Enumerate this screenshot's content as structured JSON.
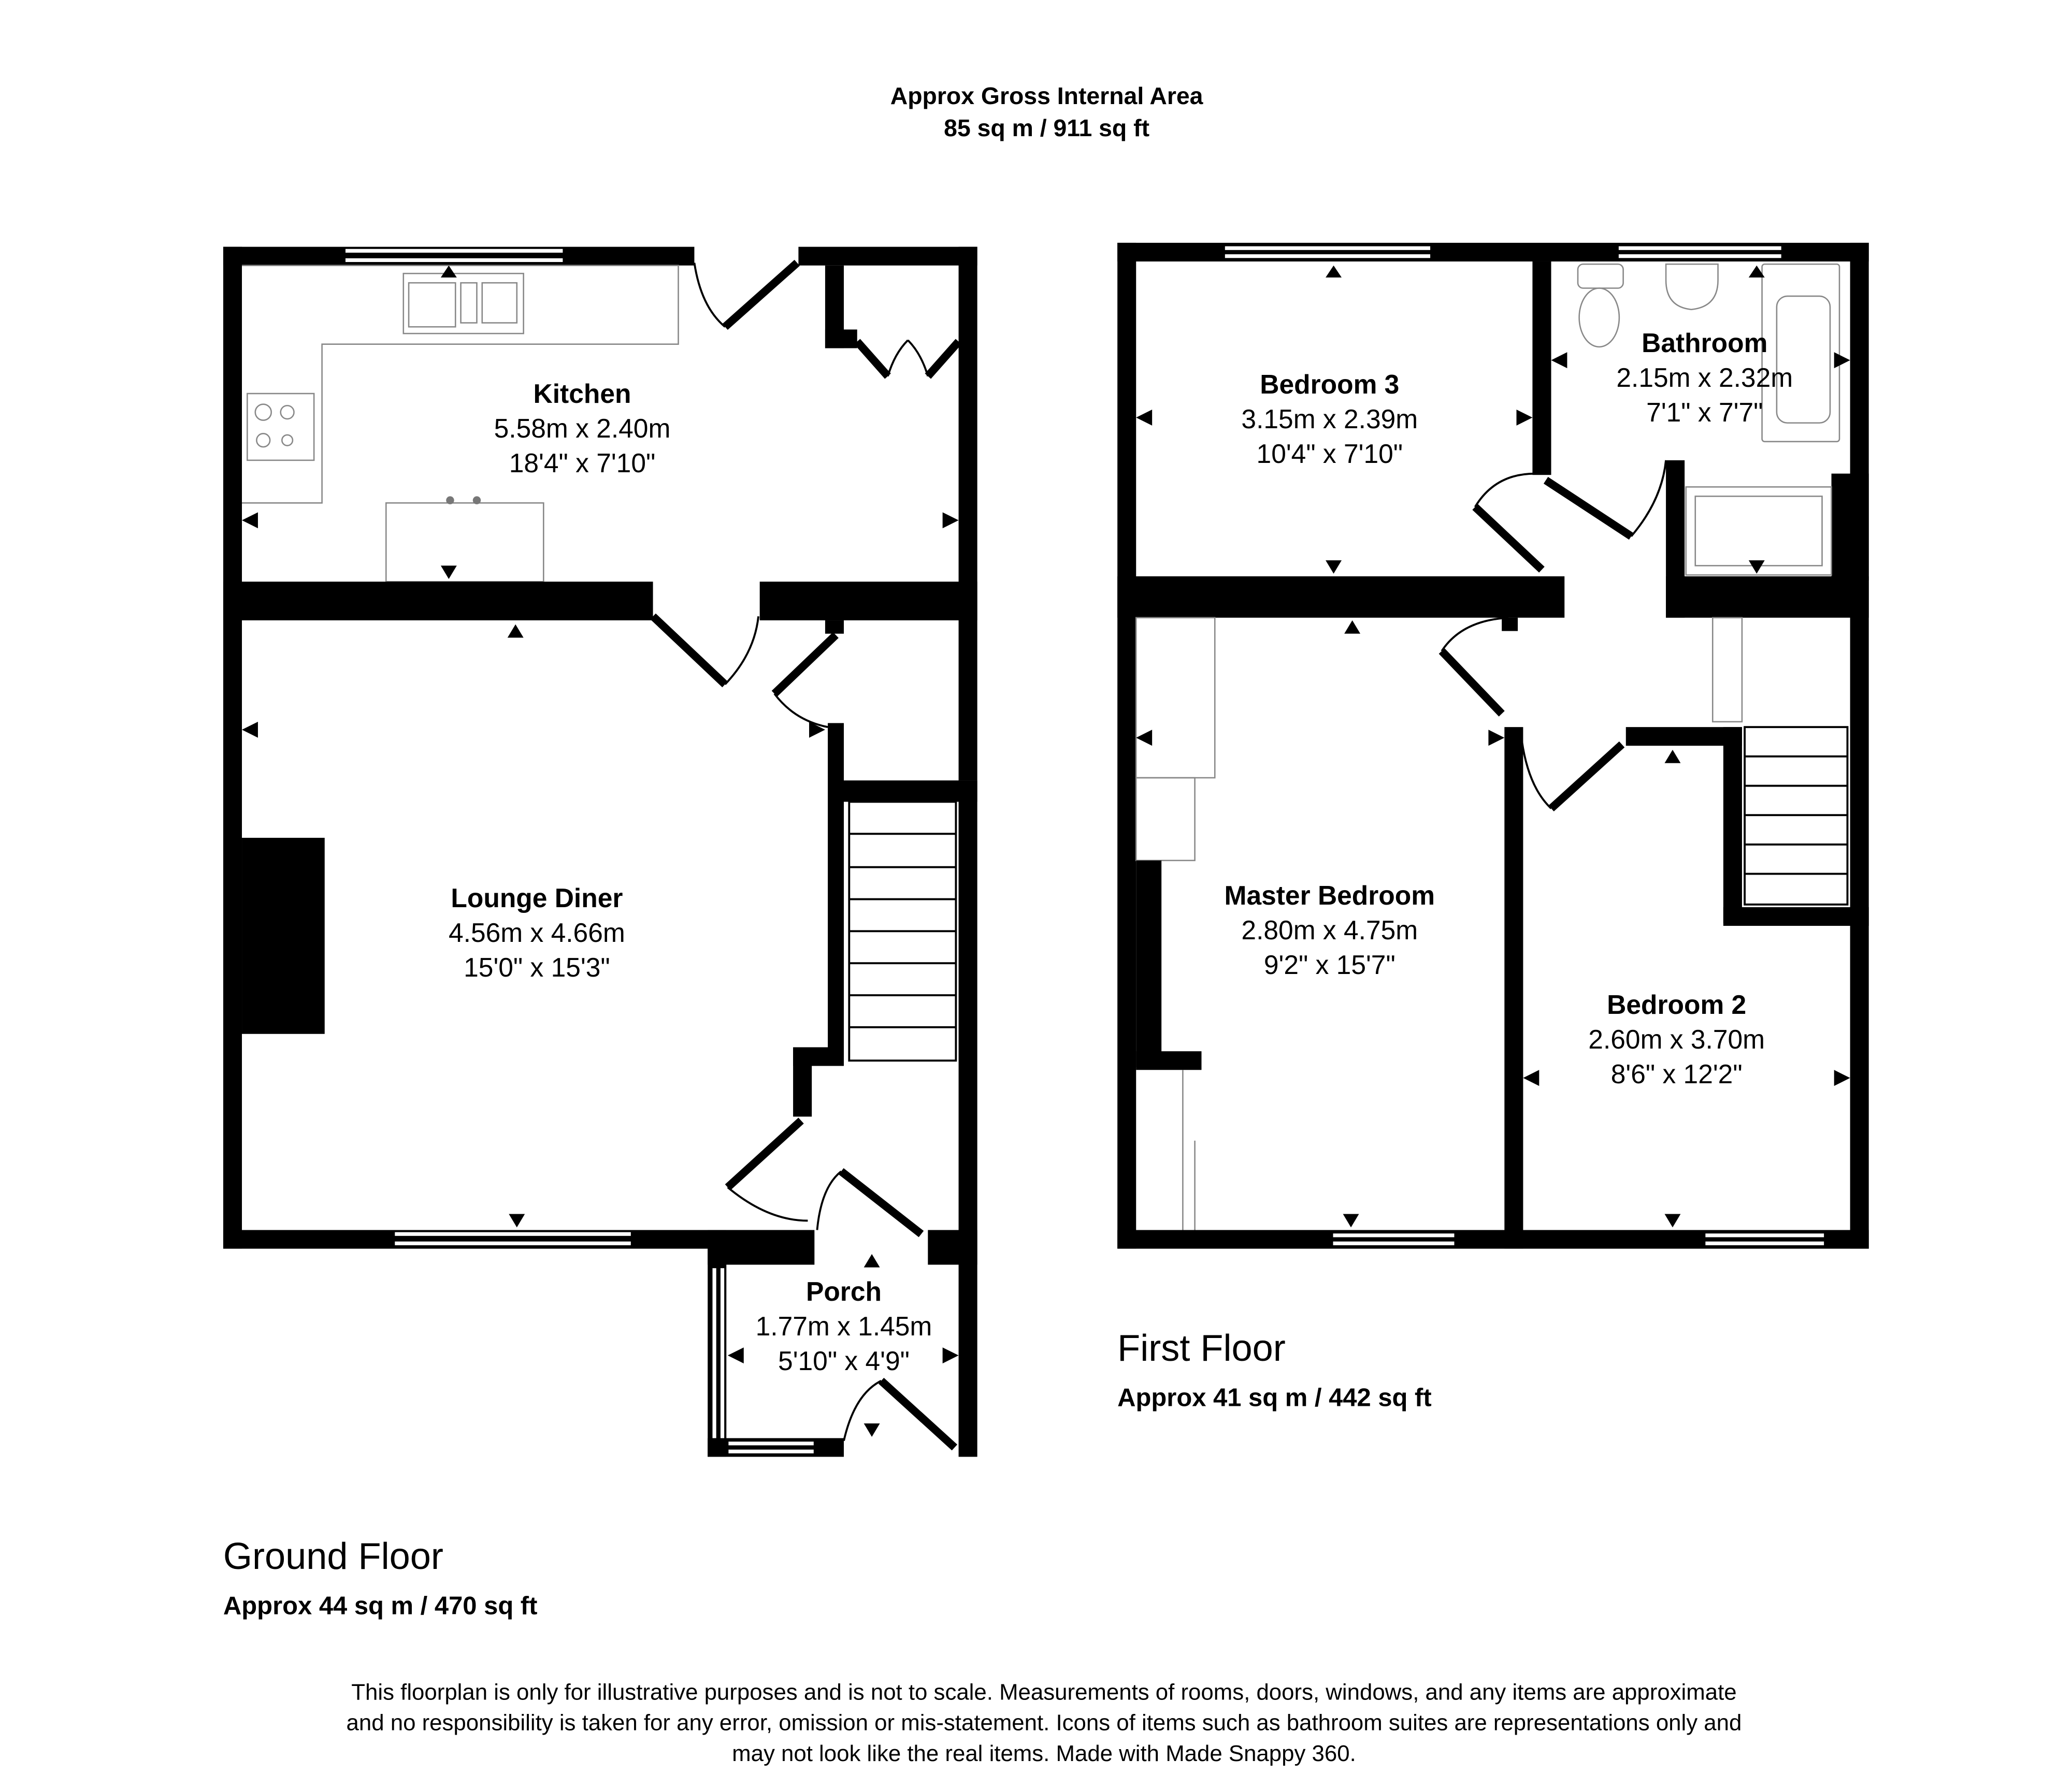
{
  "header": {
    "title": "Approx Gross Internal Area",
    "total_area": "85 sq m / 911 sq ft"
  },
  "ground_floor": {
    "label": "Ground Floor",
    "area": "Approx 44 sq m / 470 sq ft",
    "rooms": [
      {
        "name": "Kitchen",
        "metric": "5.58m x 2.40m",
        "imperial": "18'4\" x 7'10\""
      },
      {
        "name": "Lounge Diner",
        "metric": "4.56m x 4.66m",
        "imperial": "15'0\" x 15'3\""
      },
      {
        "name": "Porch",
        "metric": "1.77m x 1.45m",
        "imperial": "5'10\" x 4'9\""
      }
    ]
  },
  "first_floor": {
    "label": "First Floor",
    "area": "Approx 41 sq m / 442 sq ft",
    "rooms": [
      {
        "name": "Bedroom 3",
        "metric": "3.15m x 2.39m",
        "imperial": "10'4\" x 7'10\""
      },
      {
        "name": "Bathroom",
        "metric": "2.15m x 2.32m",
        "imperial": "7'1\" x 7'7\""
      },
      {
        "name": "Master Bedroom",
        "metric": "2.80m x 4.75m",
        "imperial": "9'2\" x 15'7\""
      },
      {
        "name": "Bedroom 2",
        "metric": "2.60m x 3.70m",
        "imperial": "8'6\" x 12'2\""
      }
    ]
  },
  "disclaimer": [
    "This floorplan is only for illustrative purposes and is not to scale. Measurements of rooms, doors, windows, and any items are approximate",
    "and no responsibility is taken for any error, omission or mis-statement. Icons of items such as bathroom suites are representations only and",
    "may not look like the real items. Made with Made Snappy 360."
  ]
}
